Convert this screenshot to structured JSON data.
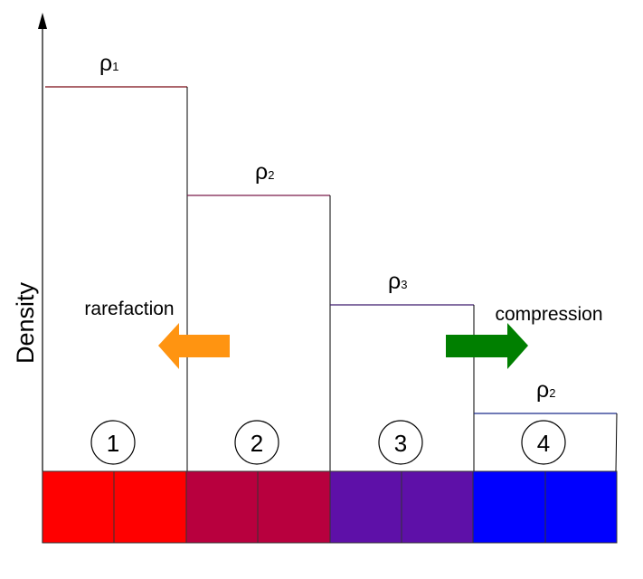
{
  "axis": {
    "ylabel": "Density"
  },
  "regions": [
    {
      "id": "1",
      "number": "1",
      "rho": "ρ",
      "sub": "1",
      "level": 4,
      "cell_color": "#ff0000",
      "line_color": "#7a0b14"
    },
    {
      "id": "2",
      "number": "2",
      "rho": "ρ",
      "sub": "2",
      "level": 3,
      "cell_color": "#b8003e",
      "line_color": "#7a1a4a"
    },
    {
      "id": "3",
      "number": "3",
      "rho": "ρ",
      "sub": "3",
      "level": 2,
      "cell_color": "#5e10a8",
      "line_color": "#3d1a6e"
    },
    {
      "id": "4",
      "number": "4",
      "rho": "ρ",
      "sub": "2",
      "level": 1,
      "cell_color": "#0000ff",
      "line_color": "#1a2a8a"
    }
  ],
  "annotations": {
    "rarefaction": {
      "text": "rarefaction",
      "arrow_color": "#ff9411",
      "direction": "left"
    },
    "compression": {
      "text": "compression",
      "arrow_color": "#007f00",
      "direction": "right"
    }
  }
}
